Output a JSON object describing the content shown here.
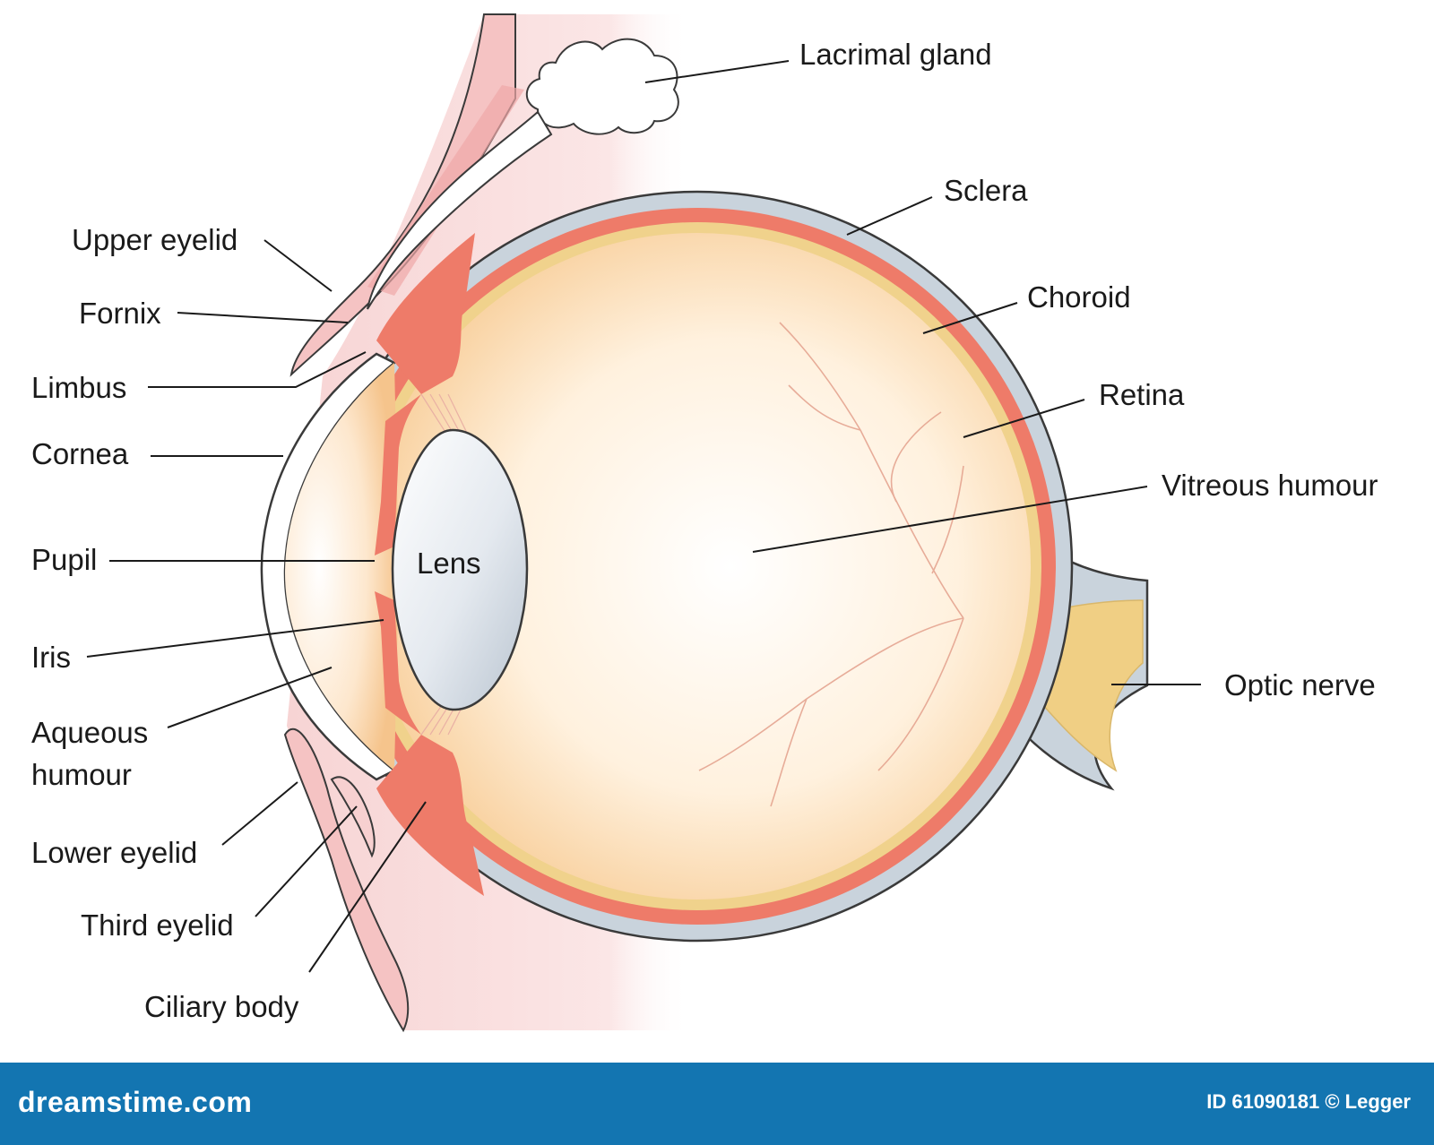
{
  "labels": {
    "lacrimal_gland": "Lacrimal gland",
    "sclera": "Sclera",
    "choroid": "Choroid",
    "retina": "Retina",
    "vitreous_humour": "Vitreous humour",
    "optic_nerve": "Optic nerve",
    "upper_eyelid": "Upper eyelid",
    "fornix": "Fornix",
    "limbus": "Limbus",
    "cornea": "Cornea",
    "pupil": "Pupil",
    "lens": "Lens",
    "iris": "Iris",
    "aqueous_humour_line1": "Aqueous",
    "aqueous_humour_line2": "humour",
    "lower_eyelid": "Lower eyelid",
    "third_eyelid": "Third eyelid",
    "ciliary_body": "Ciliary body"
  },
  "footer": {
    "brand": "dreamstime.com",
    "credit": "ID 61090181 © Legger"
  },
  "colors": {
    "sclera": "#c9d3dc",
    "choroid": "#ee7b69",
    "retina": "#f0d28c",
    "vitreous": "#fbd7a8",
    "lens": "#dfe6ee",
    "skin": "#f8d7d7",
    "footer": "#1375b1"
  }
}
